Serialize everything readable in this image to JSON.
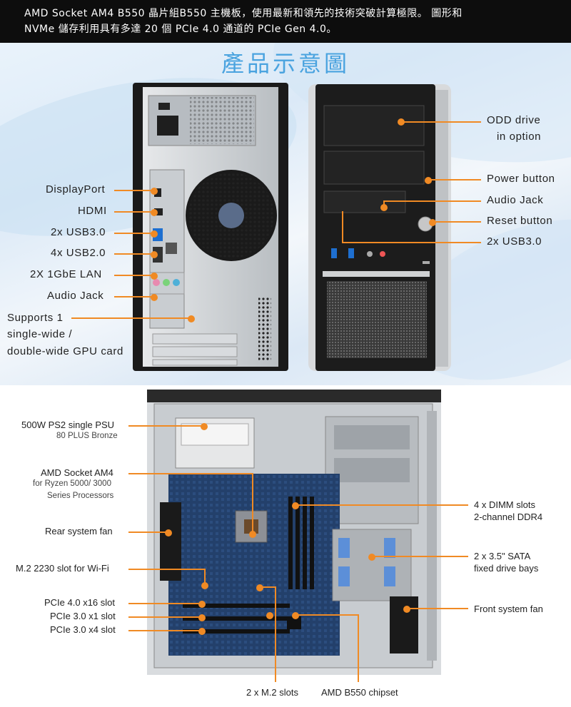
{
  "header": {
    "line1": "AMD Socket AM4 B550 晶片組B550 主機板，使用最新和領先的技術突破計算極限。 圖形和",
    "line2": "NVMe 儲存利用具有多達 20 個 PCIe 4.0 通道的 PCIe Gen 4.0。"
  },
  "title": "產品示意圖",
  "top_left_labels": [
    "DisplayPort",
    "HDMI",
    "2x USB3.0",
    "4x USB2.0",
    "2X 1GbE LAN",
    "Audio Jack"
  ],
  "gpu_label": {
    "line1": "Supports 1",
    "line2": "single-wide /",
    "line3": "double-wide GPU card"
  },
  "top_right_labels": {
    "odd1": "ODD drive",
    "odd2": "in option",
    "power": "Power button",
    "audio": "Audio Jack",
    "reset": "Reset button",
    "usb": "2x USB3.0"
  },
  "bottom_left_labels": {
    "psu1": "500W PS2 single PSU",
    "psu2": "80 PLUS Bronze",
    "cpu1": "AMD Socket AM4",
    "cpu2": "for Ryzen 5000/ 3000",
    "cpu3": "Series Processors",
    "fan": "Rear system fan",
    "wifi": "M.2 2230 slot for Wi-Fi",
    "pcie16": "PCIe 4.0 x16 slot",
    "pcie1": "PCIe 3.0 x1 slot",
    "pcie4": "PCIe 3.0 x4 slot"
  },
  "bottom_right_labels": {
    "dimm1": "4 x DIMM slots",
    "dimm2": "2-channel DDR4",
    "sata1": "2 x 3.5\" SATA",
    "sata2": "fixed drive bays",
    "front_fan": "Front system fan"
  },
  "bottom_labels": {
    "m2": "2 x M.2 slots",
    "chipset": "AMD B550 chipset"
  },
  "colors": {
    "accent": "#f08a24",
    "title": "#4aa3df",
    "header_bg": "#0d0d0d"
  }
}
